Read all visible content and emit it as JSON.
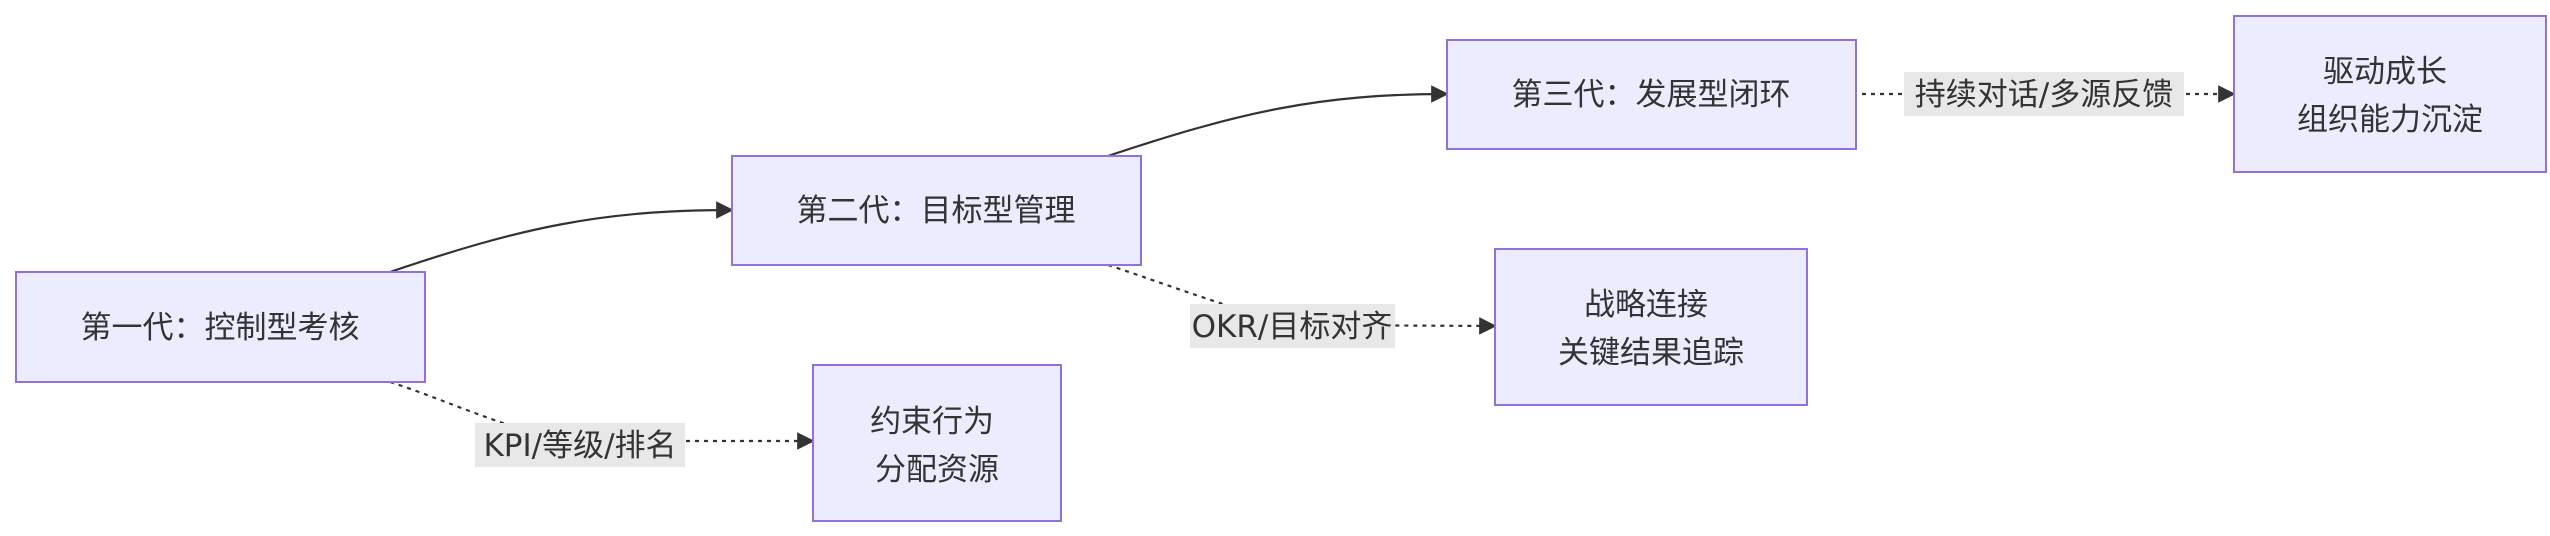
{
  "nodes": {
    "gen1": {
      "lines": [
        "第一代：控制型考核"
      ]
    },
    "gen2": {
      "lines": [
        "第二代：目标型管理"
      ]
    },
    "gen3": {
      "lines": [
        "第三代：发展型闭环"
      ]
    },
    "out1": {
      "lines": [
        "约束行为",
        "分配资源"
      ]
    },
    "out2": {
      "lines": [
        "战略连接",
        "关键结果追踪"
      ]
    },
    "out3": {
      "lines": [
        "驱动成长",
        "组织能力沉淀"
      ]
    }
  },
  "edge_labels": {
    "gen1_out1": "KPI/等级/排名",
    "gen2_out2": "OKR/目标对齐",
    "gen3_out3": "持续对话/多源反馈"
  },
  "colors": {
    "node_fill": "#ECECFF",
    "node_stroke": "#9370DB",
    "edge": "#333333",
    "label_bg": "#e8e8e8",
    "text": "#333333"
  }
}
